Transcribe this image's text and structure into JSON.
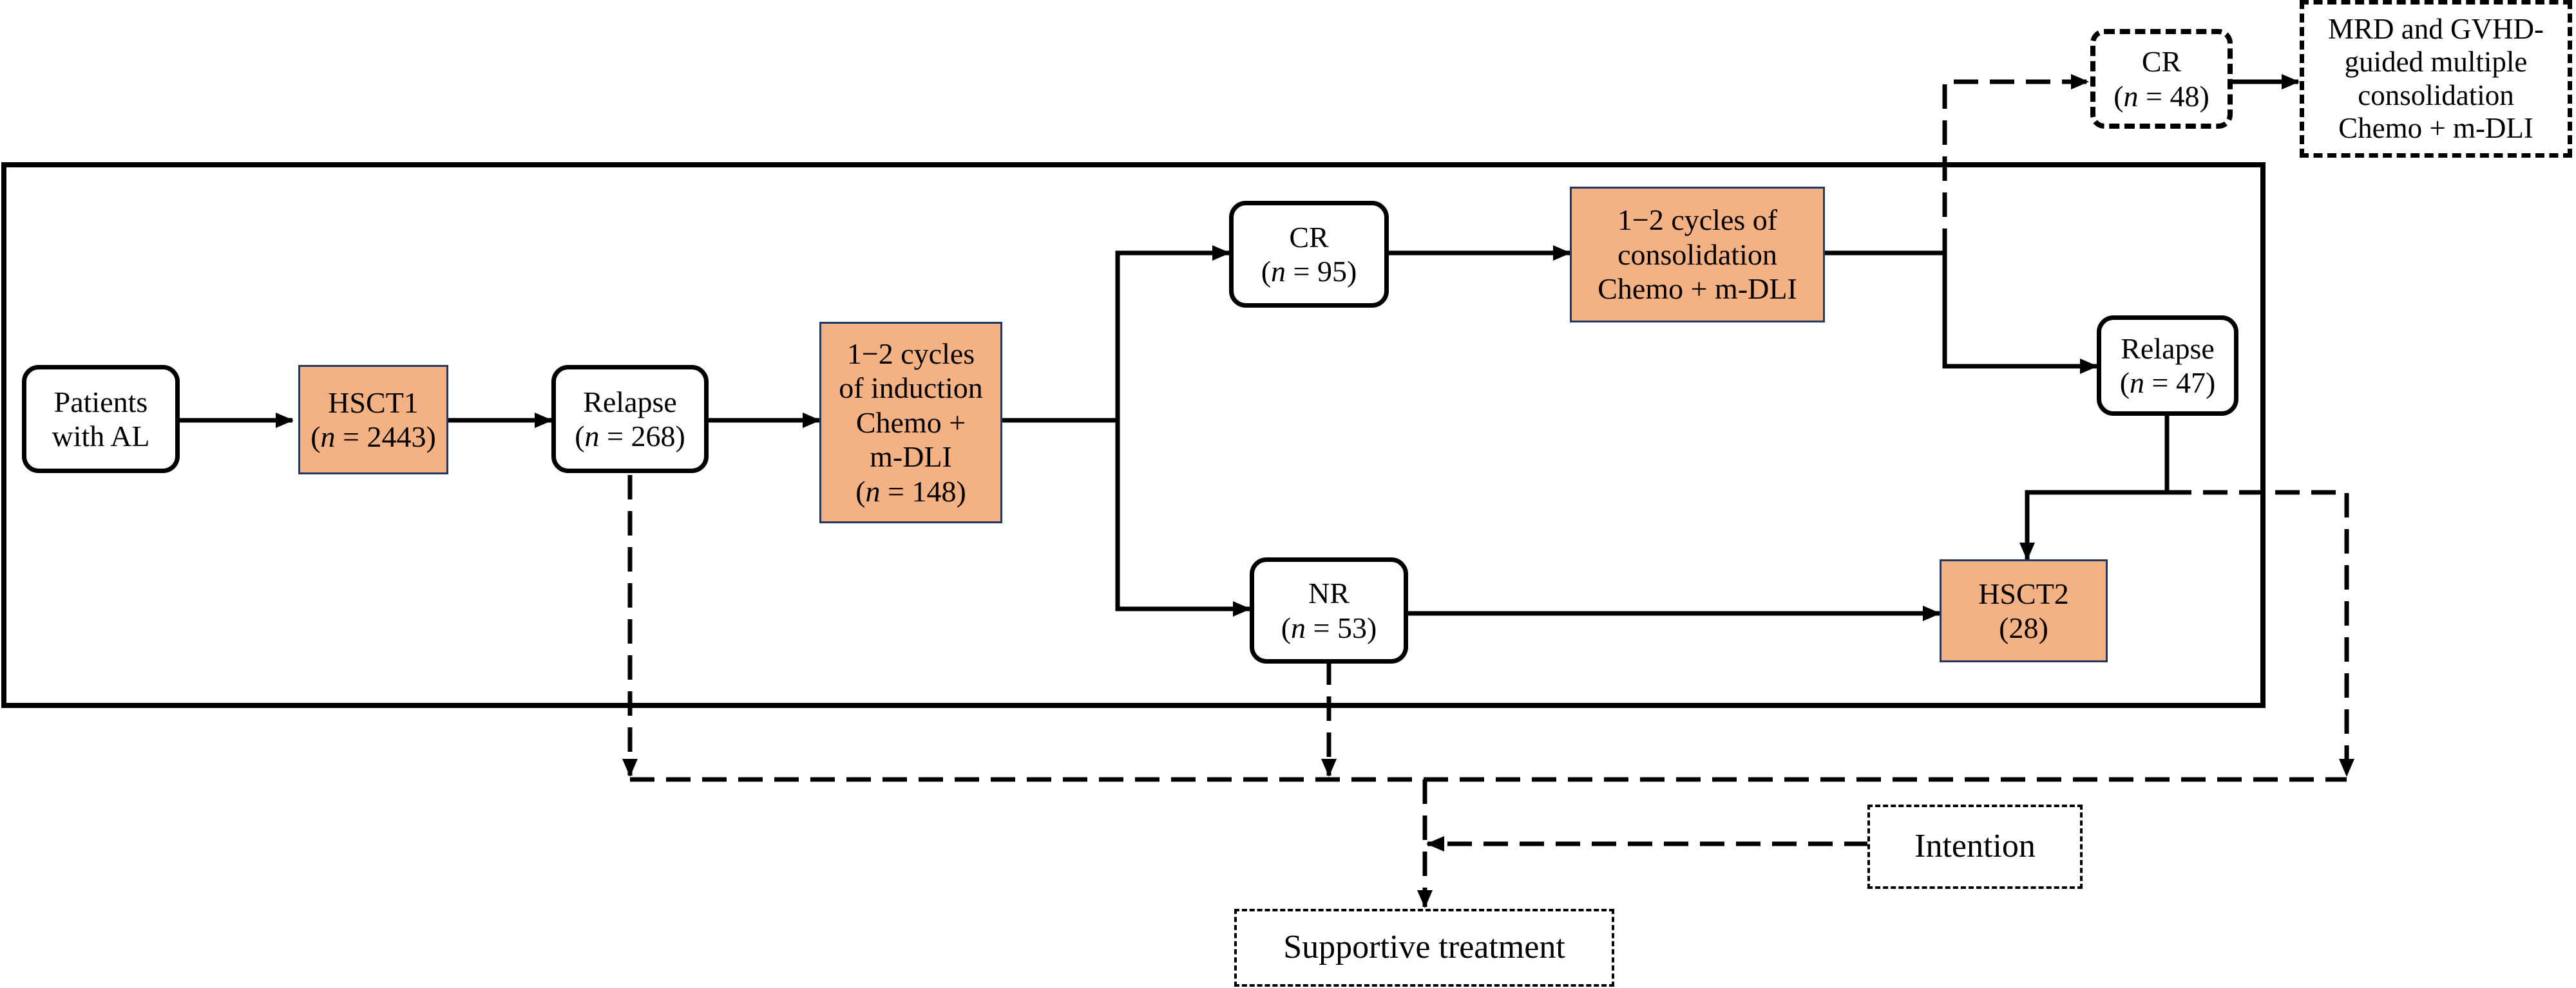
{
  "nodes": {
    "patients": {
      "lines": [
        "Patients",
        "with AL"
      ]
    },
    "hsct1": {
      "label": "HSCT1",
      "n": "2443"
    },
    "relapse1": {
      "label": "Relapse",
      "n": "268"
    },
    "induction": {
      "lines": [
        "1−2 cycles",
        "of induction",
        "Chemo +",
        "m-DLI"
      ],
      "n": "148"
    },
    "cr": {
      "label": "CR",
      "n": "95"
    },
    "consolidation": {
      "lines": [
        "1−2 cycles of",
        "consolidation",
        "Chemo + m-DLI"
      ]
    },
    "nr": {
      "label": "NR",
      "n": "53"
    },
    "relapse2": {
      "label": "Relapse",
      "n": "47"
    },
    "hsct2": {
      "label": "HSCT2",
      "n": "28"
    },
    "cr2": {
      "label": "CR",
      "n": "48"
    },
    "mrd": {
      "lines": [
        "MRD and GVHD-",
        "guided multiple",
        "consolidation",
        "Chemo + m-DLI"
      ]
    },
    "intention": {
      "label": "Intention"
    },
    "supportive": {
      "label": "Supportive treatment"
    }
  },
  "n_prefix": "n",
  "n_sep": " = ",
  "colors": {
    "orange_fill": "#f4b183",
    "orange_border": "#1f3864",
    "line": "#000000"
  }
}
